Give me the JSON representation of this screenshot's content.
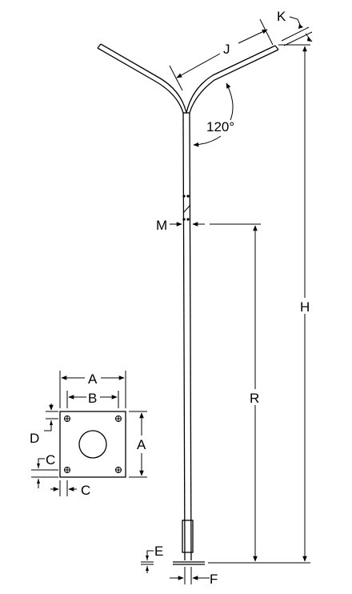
{
  "labels": {
    "J": "J",
    "K": "K",
    "angle": "120°",
    "M": "M",
    "H": "H",
    "R": "R",
    "A_top": "A",
    "B": "B",
    "A_side": "A",
    "D": "D",
    "C_left": "C",
    "C_bottom": "C",
    "E": "E",
    "F": "F"
  }
}
